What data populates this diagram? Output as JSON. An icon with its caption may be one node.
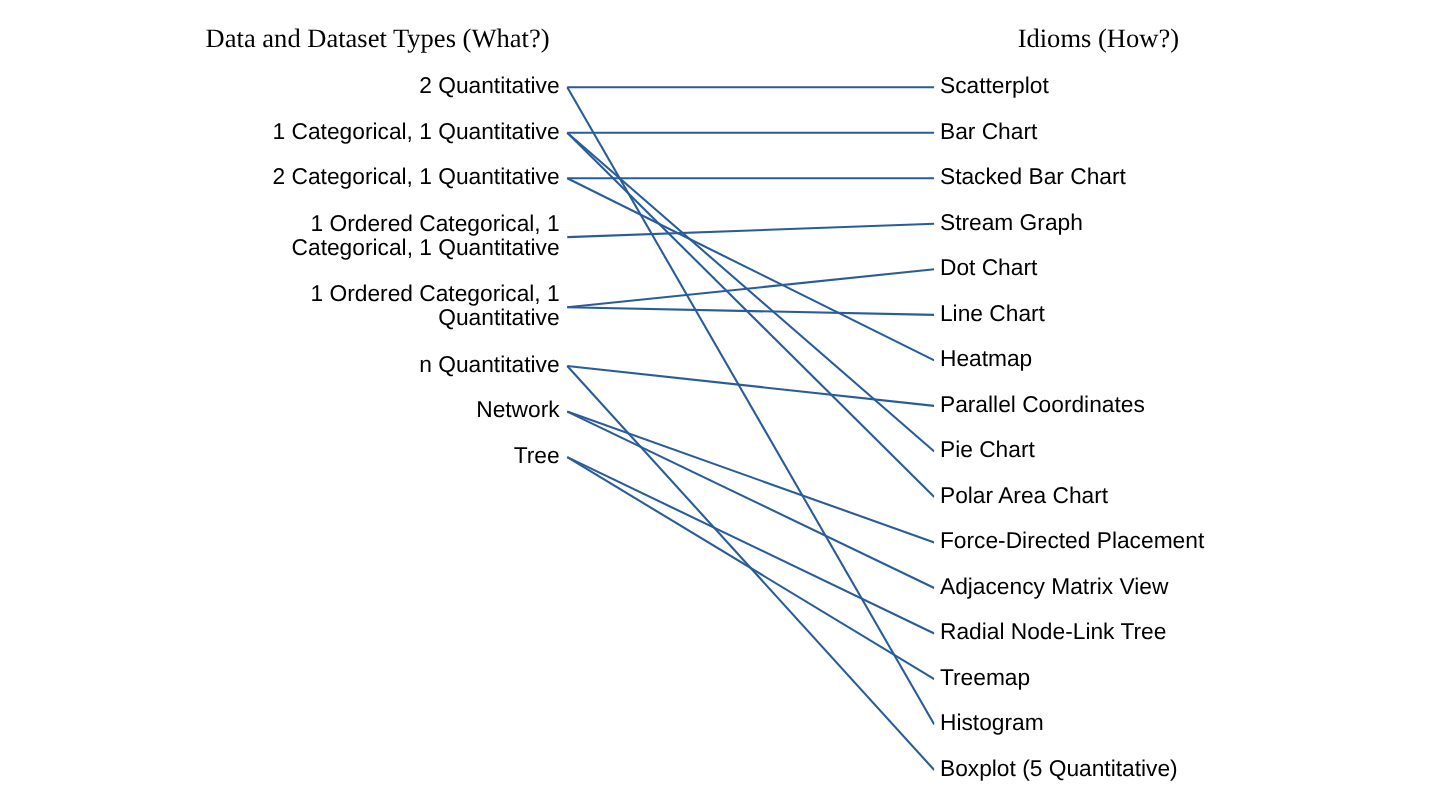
{
  "diagram": {
    "nodes": [
      {
        "text": [
          "2 Quantitative"
        ]
      },
      {
        "text": [
          "1 Categorical, 1 Quantitative"
        ]
      },
      {
        "text": [
          "2 Categorical, 1 Quantitative"
        ]
      },
      {
        "text": [
          "1 Ordered Categorical, 1 Categorical, 1 Quantitative"
        ]
      },
      {
        "text": [
          "1 Ordered Categorical, 1 Quantitative"
        ]
      },
      {
        "text": [
          "n Quantitative"
        ]
      },
      {
        "text": [
          "Network"
        ]
      },
      {
        "text": [
          "Tree"
        ]
      },
      {
        "text": [
          "Scatterplot"
        ]
      },
      {
        "text": [
          "Bar Chart"
        ]
      },
      {
        "text": [
          "Stacked Bar Chart"
        ]
      },
      {
        "text": [
          "Stream Graph"
        ]
      },
      {
        "text": [
          "Dot Chart"
        ]
      },
      {
        "text": [
          "Line Chart"
        ]
      },
      {
        "text": [
          "Heatmap"
        ]
      },
      {
        "text": [
          "Parallel Coordinates"
        ]
      },
      {
        "text": [
          "Pie Chart"
        ]
      },
      {
        "text": [
          "Polar Area Chart"
        ]
      },
      {
        "text": [
          "Force-Directed Placement"
        ]
      },
      {
        "text": [
          "Adjacency Matrix View"
        ]
      },
      {
        "text": [
          "Radial Node-Link Tree"
        ]
      },
      {
        "text": [
          "Treemap"
        ]
      },
      {
        "text": [
          "Histogram"
        ]
      },
      {
        "text": [
          "Boxplot (5 Quantitative)"
        ]
      }
    ],
    "edges": [
      {
        "from": 0,
        "to": 8,
        "arrow": "none"
      },
      {
        "from": 0,
        "to": 22,
        "arrow": "none"
      },
      {
        "from": 1,
        "to": 9,
        "arrow": "none"
      },
      {
        "from": 1,
        "to": 16,
        "arrow": "none"
      },
      {
        "from": 1,
        "to": 17,
        "arrow": "none"
      },
      {
        "from": 2,
        "to": 10,
        "arrow": "none"
      },
      {
        "from": 2,
        "to": 14,
        "arrow": "none"
      },
      {
        "from": 3,
        "to": 11,
        "arrow": "none"
      },
      {
        "from": 4,
        "to": 12,
        "arrow": "none"
      },
      {
        "from": 4,
        "to": 13,
        "arrow": "none"
      },
      {
        "from": 5,
        "to": 15,
        "arrow": "none"
      },
      {
        "from": 5,
        "to": 23,
        "arrow": "none"
      },
      {
        "from": 6,
        "to": 18,
        "arrow": "none"
      },
      {
        "from": 6,
        "to": 19,
        "arrow": "none"
      },
      {
        "from": 7,
        "to": 20,
        "arrow": "none"
      },
      {
        "from": 7,
        "to": 21,
        "arrow": "none"
      }
    ],
    "labels": [
      "Data and Dataset Types (What?)",
      "Idioms (How?)"
    ]
  }
}
